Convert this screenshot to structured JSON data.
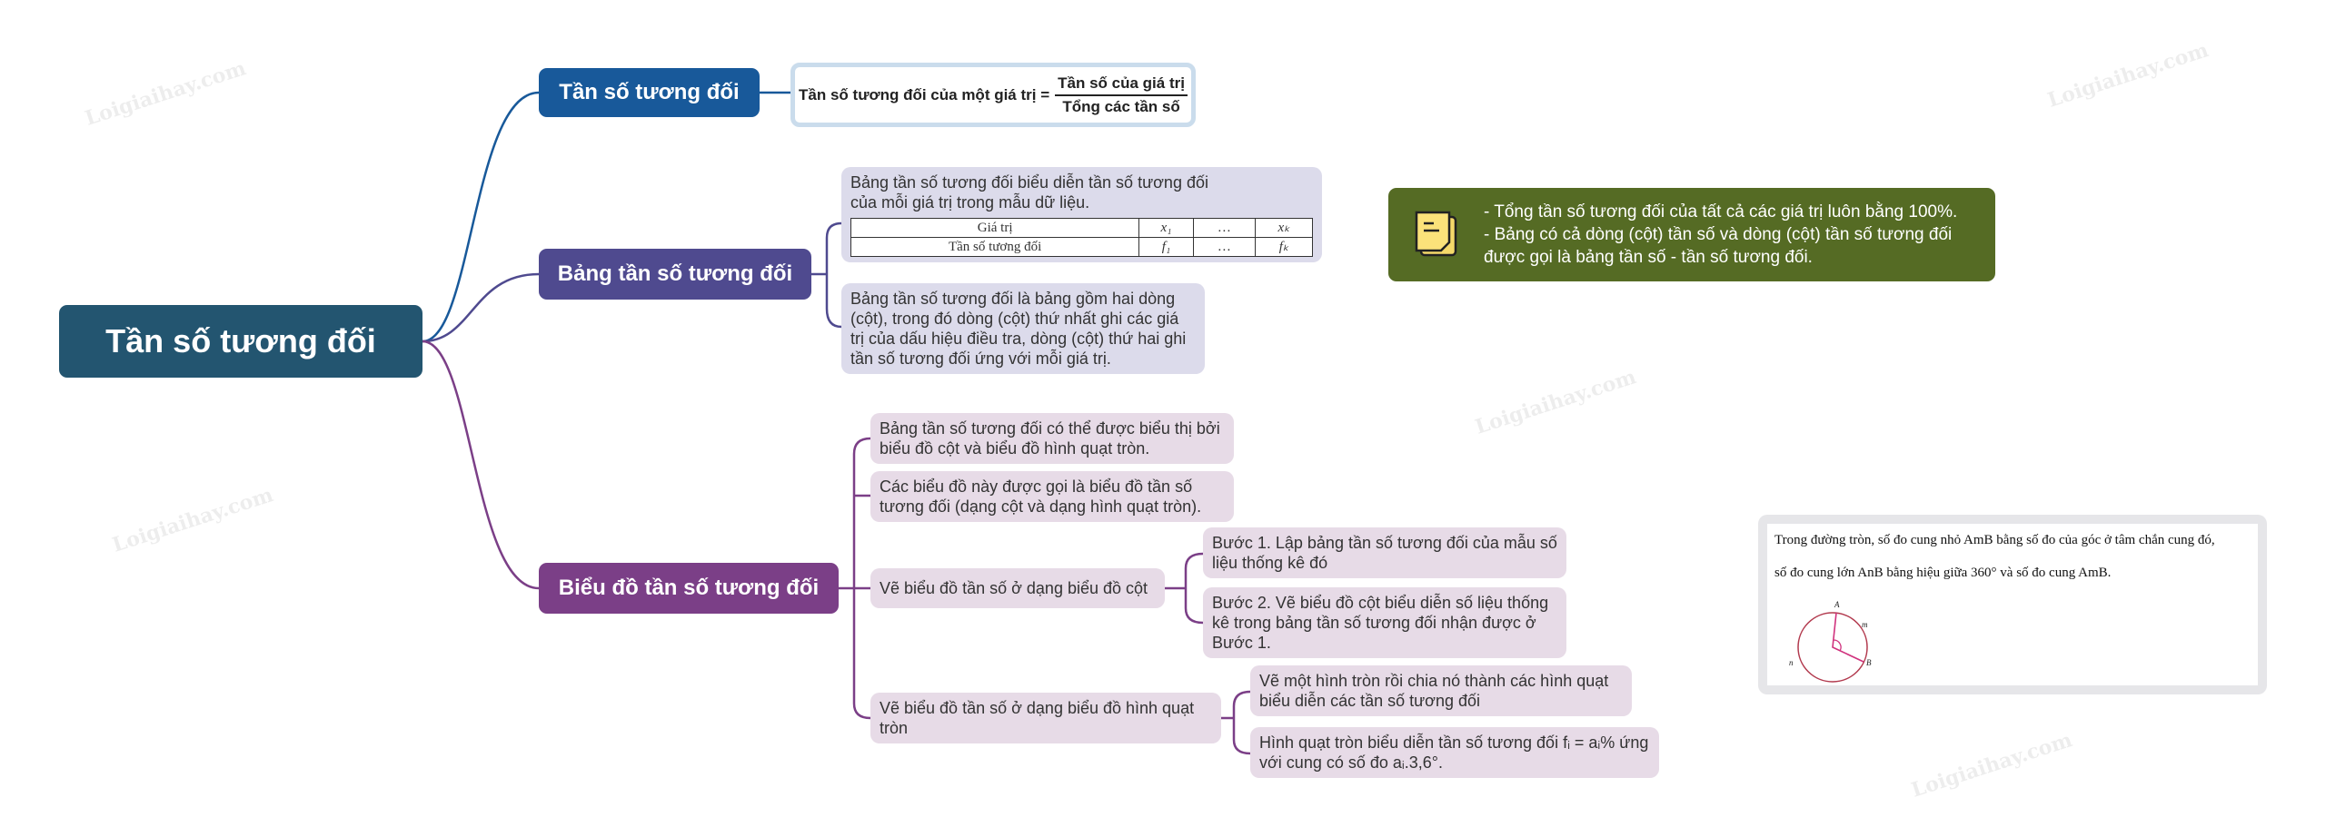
{
  "root": "Tần số tương đối",
  "branches": {
    "b1": {
      "label": "Tần số tương đối",
      "formula": {
        "lhs": "Tần số tương đối của một giá trị =",
        "num": "Tần số của giá trị",
        "den": "Tổng các tần số"
      }
    },
    "b2": {
      "label": "Bảng tần số tương đối",
      "box1": "Bảng tần số tương đối biểu diễn tần số tương đối của mỗi giá trị trong mẫu dữ liệu.",
      "table": {
        "r1": [
          "Giá trị",
          "x₁",
          "…",
          "xₖ"
        ],
        "r2": [
          "Tần số tương đối",
          "f₁",
          "…",
          "fₖ"
        ]
      },
      "box2": "Bảng tần số tương đối là bảng gồm hai dòng (cột), trong đó dòng (cột) thứ nhất ghi các giá trị của dấu hiệu điều tra, dòng (cột) thứ hai ghi tần số tương đối ứng với mỗi giá trị."
    },
    "b3": {
      "label": "Biểu đồ tần số tương đối",
      "c1": "Bảng tần số tương đối có thể được biểu thị bởi biểu đồ cột và biểu đồ hình quạt tròn.",
      "c2": "Các biểu đồ này được gọi là biểu đồ tần số tương đối (dạng cột và dạng hình quạt tròn).",
      "c3": "Vẽ biểu đồ tần số ở dạng biểu đồ cột",
      "c3a": "Bước 1. Lập bảng tần số tương đối của mẫu số liệu thống kê đó",
      "c3b": "Bước 2. Vẽ biểu đồ cột biểu diễn số liệu thống kê trong bảng tần số tương đối nhận được ở Bước 1.",
      "c4": "Vẽ biểu đồ tần số ở dạng biểu đồ hình quạt tròn",
      "c4a": "Vẽ một hình tròn rồi chia nó thành các hình quạt biểu diễn các tần số tương đối",
      "c4b": "Hình quạt tròn biểu diễn tần số tương đối fᵢ = aᵢ% ứng với cung có số đo aᵢ.3,6°."
    }
  },
  "note": {
    "line1": "- Tổng tần số tương đối của tất cả các giá trị luôn bằng 100%.",
    "line2": "- Bảng có cả dòng (cột) tần số và dòng (cột) tần số tương đối được gọi là bảng tần số - tần số tương đối."
  },
  "circle_note": {
    "text1": "Trong đường tròn, số đo cung nhỏ AmB bằng số đo của góc ở tâm chắn cung đó,",
    "text2": "số đo cung lớn AnB bằng hiệu giữa 360° và số đo cung AmB.",
    "labels": [
      "A",
      "m",
      "n",
      "B"
    ]
  },
  "watermark": "Loigiaihay.com",
  "colors": {
    "root": "#235570",
    "b1": "#18599a",
    "b2": "#4f4a8f",
    "b3": "#7b3f87",
    "note": "#556b24"
  }
}
